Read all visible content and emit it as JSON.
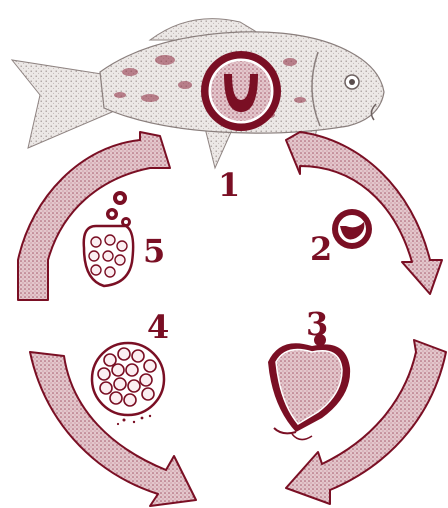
{
  "diagram": {
    "labels": [
      "1",
      "2",
      "3",
      "4",
      "5"
    ],
    "colors": {
      "ink": "#7a0f24",
      "arrow_fill": "#dbb6bd",
      "arrow_stroke": "#7a0f24",
      "fish_fill": "#e7e1df",
      "cyst_fill": "#f3e3e6",
      "cell_fill": "#fbeef1"
    },
    "icons": [
      "fish-icon",
      "trophont-icon",
      "tomont-icon",
      "cyst-division-icon",
      "tomite-release-icon"
    ]
  }
}
